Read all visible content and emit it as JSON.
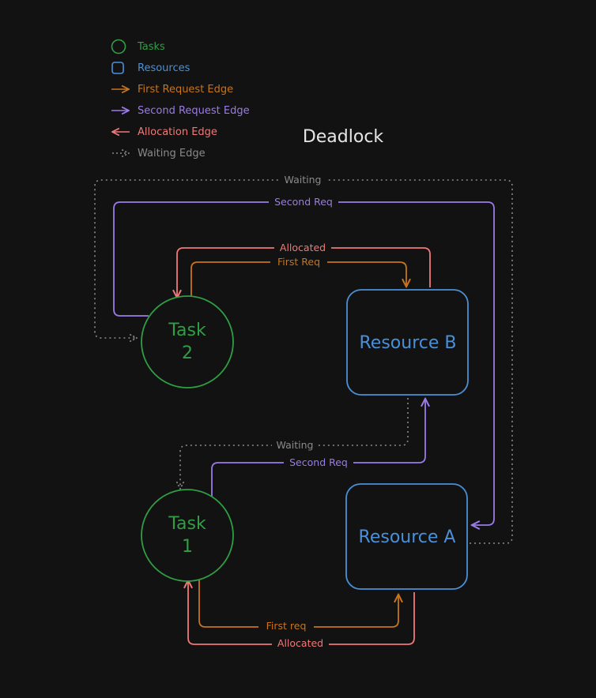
{
  "colors": {
    "background": "#121212",
    "task": "#2f9e44",
    "resource": "#4a90d9",
    "first_request": "#c7741a",
    "second_request": "#9b7be8",
    "allocation": "#f07878",
    "waiting": "#8a8a8a",
    "title": "#e6e6e6"
  },
  "title": "Deadlock",
  "legend": [
    {
      "key": "tasks",
      "label": "Tasks",
      "icon": "circle-icon"
    },
    {
      "key": "resources",
      "label": "Resources",
      "icon": "square-icon"
    },
    {
      "key": "first_request",
      "label": "First Request Edge",
      "icon": "arrow-right-icon"
    },
    {
      "key": "second_request",
      "label": "Second Request Edge",
      "icon": "arrow-right-icon"
    },
    {
      "key": "allocation",
      "label": "Allocation Edge",
      "icon": "arrow-left-icon"
    },
    {
      "key": "waiting",
      "label": "Waiting Edge",
      "icon": "dotted-arrow-icon"
    }
  ],
  "nodes": {
    "task2": {
      "line1": "Task",
      "line2": "2"
    },
    "task1": {
      "line1": "Task",
      "line2": "1"
    },
    "resource_b": {
      "label": "Resource B"
    },
    "resource_a": {
      "label": "Resource A"
    }
  },
  "edges": {
    "waiting_top": "Waiting",
    "second_req_top": "Second Req",
    "allocated_top": "Allocated",
    "first_req_top": "First Req",
    "waiting_mid": "Waiting",
    "second_req_mid": "Second Req",
    "first_req_bottom": "First req",
    "allocated_bottom": "Allocated"
  }
}
